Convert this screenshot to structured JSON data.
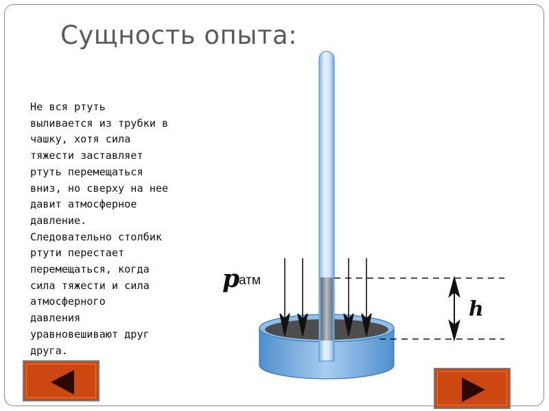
{
  "slide": {
    "title": "Сущность опыта:",
    "body_lines": [
      "Не вся ртуть",
      "выливается из трубки в",
      "чашку, хотя сила",
      "тяжести заставляет",
      "ртуть перемещаться",
      "вниз, но сверху на нее",
      "давит атмосферное",
      "давление.",
      "Следовательно столбик",
      "ртути перестает",
      "перемещаться, когда",
      "сила тяжести и сила",
      "атмосферного",
      "давления",
      "уравновешивают друг",
      "друга."
    ]
  },
  "diagram": {
    "pressure_symbol": "p",
    "pressure_subscript": "атм",
    "height_label": "h"
  },
  "navigation": {
    "prev_icon": "triangle-left-icon",
    "next_icon": "triangle-right-icon"
  },
  "colors": {
    "title": "#5a5a5a",
    "button": "#d04a10",
    "arrow_icon": "#2a0a00",
    "water": "#6fa8dc",
    "mercury": "#555555",
    "tube": "#9fc9ee"
  }
}
